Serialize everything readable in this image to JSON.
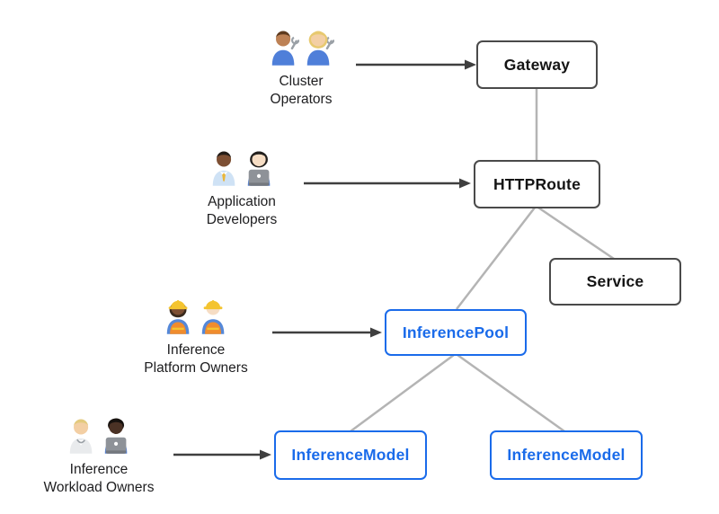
{
  "boxes": {
    "gateway": {
      "label": "Gateway"
    },
    "httproute": {
      "label": "HTTPRoute"
    },
    "service": {
      "label": "Service"
    },
    "inference_pool": {
      "label": "InferencePool"
    },
    "inference_model_left": {
      "label": "InferenceModel"
    },
    "inference_model_right": {
      "label": "InferenceModel"
    }
  },
  "personas": {
    "cluster_operators": {
      "label_line1": "Cluster",
      "label_line2": "Operators",
      "emoji": "👨🏽‍🔧👩🏼‍🔧",
      "icons": [
        "man-mechanic-icon",
        "woman-mechanic-icon"
      ]
    },
    "application_developers": {
      "label_line1": "Application",
      "label_line2": "Developers",
      "emoji": "👨🏾‍💼👩🏻‍💻",
      "icons": [
        "man-office-worker-icon",
        "woman-technologist-icon"
      ]
    },
    "inference_platform_owners": {
      "label_line1": "Inference",
      "label_line2": "Platform Owners",
      "emoji": "👷🏾‍♀️👷🏻",
      "icons": [
        "woman-construction-worker-icon",
        "man-construction-worker-icon"
      ]
    },
    "inference_workload_owners": {
      "label_line1": "Inference",
      "label_line2": "Workload Owners",
      "emoji": "🧑🏼‍⚕️👨🏿‍💻",
      "icons": [
        "person-health-worker-icon",
        "man-technologist-icon"
      ]
    }
  },
  "colors": {
    "background": "#ffffff",
    "box_border_dark": "#4a4a4a",
    "box_text_dark": "#141414",
    "box_blue": "#1a6bea",
    "connector_gray": "#b4b4b4",
    "arrow_dark": "#3f3f3f"
  }
}
